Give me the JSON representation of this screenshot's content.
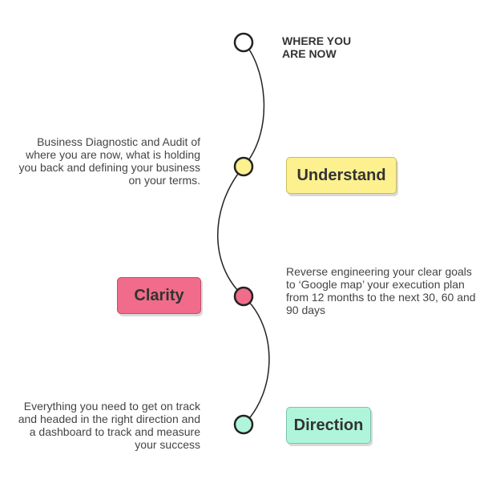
{
  "steps": [
    {
      "id": "start",
      "heading": "WHERE YOU\nARE NOW",
      "color": "#ffffff"
    },
    {
      "id": "understand",
      "label": "Understand",
      "description": "Business Diagnostic and Audit of where you are now, what is holding you back and defining your business on your terms.",
      "color": "#fdf08f"
    },
    {
      "id": "clarity",
      "label": "Clarity",
      "description": "Reverse engineering your clear goals to ‘Google map’ your execution plan from 12 months to the next 30, 60 and 90 days",
      "color": "#f06c8a"
    },
    {
      "id": "direction",
      "label": "Direction",
      "description": "Everything you need to get on track and headed in the right direction and a dashboard to track and measure your success",
      "color": "#aff5db"
    }
  ]
}
